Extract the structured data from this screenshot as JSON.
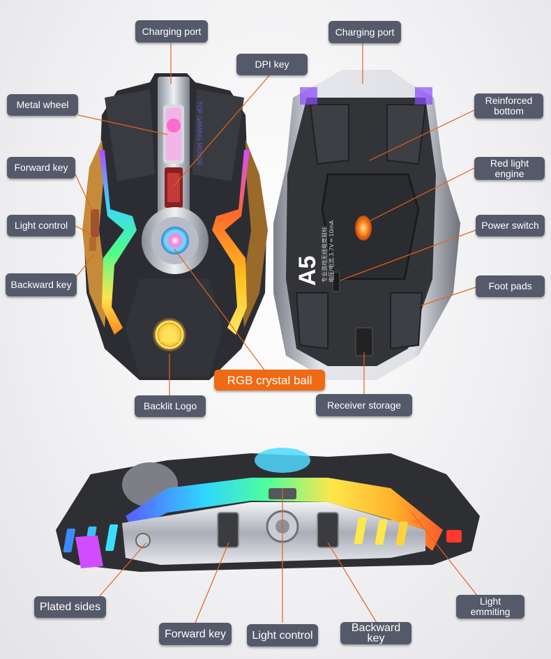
{
  "colors": {
    "label_bg": "#555a6b",
    "highlight_bg": "#ef6a14",
    "leader_line": "#e4621c"
  },
  "callouts": {
    "charging_port_top": "Charging port",
    "charging_port_bottom": "Charging port",
    "dpi_key": "DPI key",
    "metal_wheel": "Metal wheel",
    "forward_key": "Forward key",
    "light_control": "Light control",
    "backward_key": "Backward key",
    "backlit_logo": "Backlit Logo",
    "rgb_crystal_ball": "RGB crystal ball",
    "receiver_storage": "Receiver storage",
    "reinforced_bottom": "Reinforced\nbottom",
    "red_light_engine": "Red light\nengine",
    "power_switch": "Power switch",
    "foot_pads": "Foot pads",
    "plated_sides": "Plated sides",
    "side_forward_key": "Forward key",
    "side_light_control": "Light control",
    "side_backward_key": "Backward key",
    "light_emitting": "Light\nemmiting"
  },
  "product": {
    "model": "A5",
    "top_print": "TOP GAMING MOUSE",
    "spec_line1": "专业游戏无线电竞鼠标",
    "spec_line2": "电压/电流:3.7V ═ 10mA"
  }
}
